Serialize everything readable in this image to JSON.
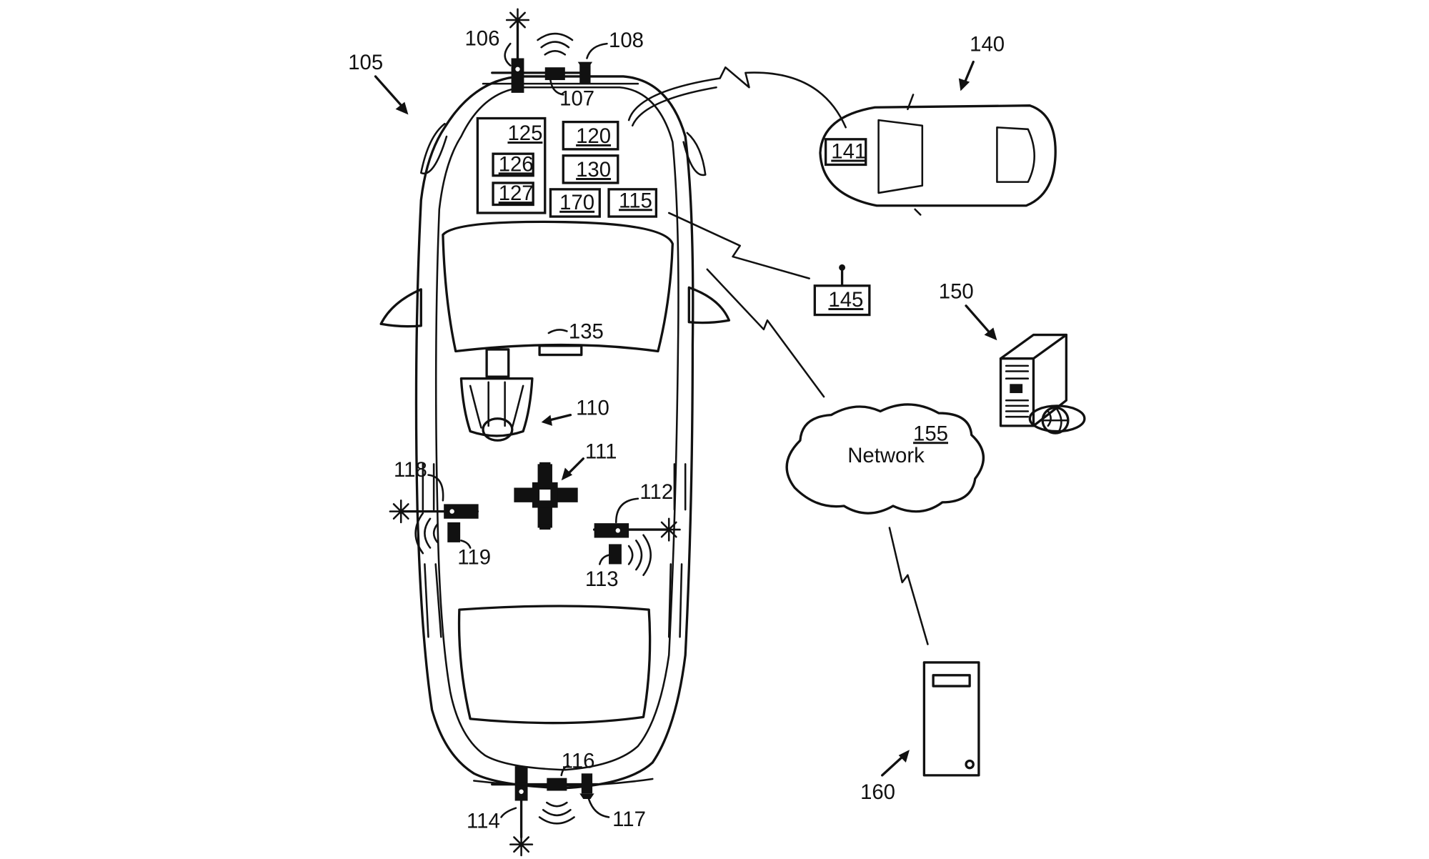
{
  "labels": {
    "vehicle": "105",
    "sensor_front_lidar": "106",
    "sensor_front_radar": "107",
    "sensor_front_camera": "108",
    "occupant_seat": "110",
    "vehicle_center": "111",
    "sensor_right_lidar": "112",
    "sensor_right_radar": "113",
    "sensor_rear_lidar": "114",
    "module_115": "115",
    "sensor_rear_radar": "116",
    "sensor_rear_camera": "117",
    "sensor_left_lidar": "118",
    "sensor_left_radar": "119",
    "module_120": "120",
    "module_125": "125",
    "module_126": "126",
    "module_127": "127",
    "module_130": "130",
    "display_135": "135",
    "module_170": "170",
    "other_vehicle": "140",
    "other_vehicle_module": "141",
    "roadside_unit": "145",
    "server": "150",
    "network_ref": "155",
    "network_name": "Network",
    "computer": "160"
  },
  "colors": {
    "ink": "#111111",
    "paper": "#ffffff"
  },
  "icons": [
    "lidar-icon",
    "radar-wave-icon",
    "camera-icon",
    "wireless-link-icon",
    "cloud-icon",
    "server-icon",
    "globe-icon",
    "tower-computer-icon",
    "antenna-icon"
  ]
}
